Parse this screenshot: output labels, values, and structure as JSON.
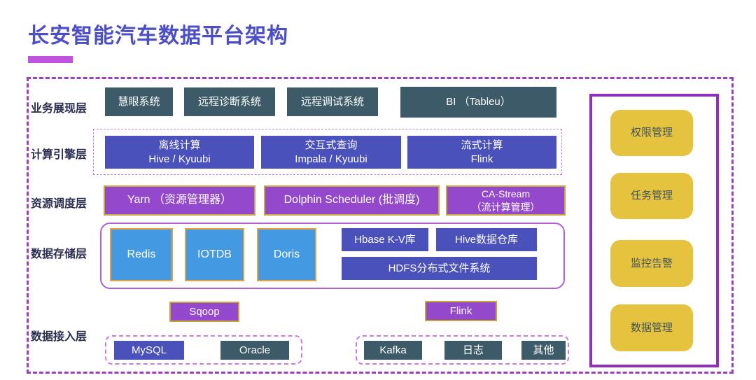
{
  "title": "长安智能汽车数据平台架构",
  "colors": {
    "title": "#4b4ec6",
    "underline": "#c153e0",
    "frame": "#9b3fc0",
    "innerdash": "#cf7ae3",
    "label": "#2b2d52",
    "teal": "#3c5a68",
    "indigo": "#4a51ba",
    "purple": "#9448cb",
    "gold": "#c9a43b",
    "blue": "#449ae2",
    "orange": "#e8a041",
    "yellow": "#e5c33e",
    "yellowtext": "#41525c",
    "storageborder": "#b060d0",
    "rightborder": "#8e2fc0"
  },
  "layers": {
    "presentation": {
      "label": "业务展现层",
      "boxes": [
        "慧眼系统",
        "远程诊断系统",
        "远程调试系统",
        "BI （Tableu）"
      ]
    },
    "compute": {
      "label": "计算引擎层",
      "boxes": [
        {
          "line1": "离线计算",
          "line2": "Hive / Kyuubi"
        },
        {
          "line1": "交互式查询",
          "line2": "Impala / Kyuubi"
        },
        {
          "line1": "流式计算",
          "line2": "Flink"
        }
      ]
    },
    "scheduling": {
      "label": "资源调度层",
      "boxes": [
        "Yarn （资源管理器）",
        "Dolphin Scheduler (批调度)",
        {
          "line1": "CA-Stream",
          "line2": "（流计算管理）"
        }
      ]
    },
    "storage": {
      "label": "数据存储层",
      "cache_boxes": [
        "Redis",
        "IOTDB",
        "Doris"
      ],
      "warehouse_boxes": [
        "Hbase K-V库",
        "Hive数据仓库"
      ],
      "hdfs": "HDFS分布式文件系统"
    },
    "ingestion": {
      "label": "数据接入层",
      "tools": [
        "Sqoop",
        "Flink"
      ],
      "group1": [
        "MySQL",
        "Oracle"
      ],
      "group2": [
        "Kafka",
        "日志",
        "其他"
      ]
    }
  },
  "right_panel": {
    "items": [
      "权限管理",
      "任务管理",
      "监控告警",
      "数据管理"
    ]
  }
}
